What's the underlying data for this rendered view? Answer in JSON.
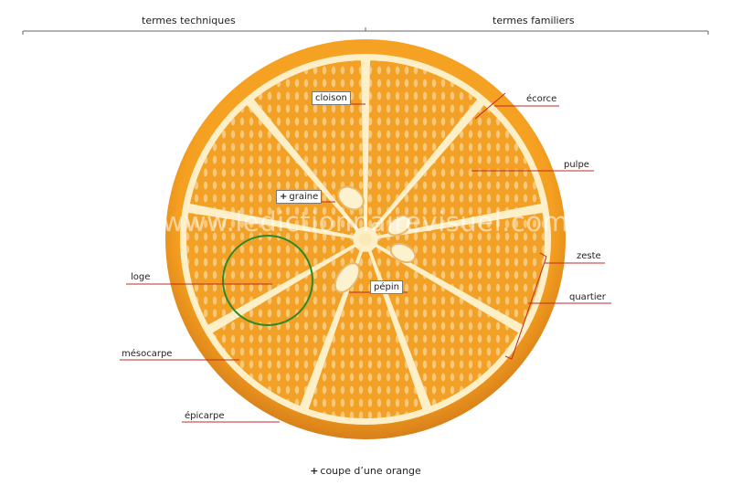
{
  "headers": {
    "technical": "termes techniques",
    "familiar": "termes familiers"
  },
  "labels": {
    "cloison": "cloison",
    "graine": "graine",
    "loge": "loge",
    "mesocarpe": "mésocarpe",
    "epicarpe": "épicarpe",
    "pepin": "pépin",
    "ecorce": "écorce",
    "pulpe": "pulpe",
    "zeste": "zeste",
    "quartier": "quartier"
  },
  "plus_sign": "+",
  "caption": "coupe d’une orange",
  "watermark": "www.ledictionnairevisuel.com",
  "colors": {
    "rind": "#f5a020",
    "pith": "#fdf0c8",
    "pulp": "#f2a126",
    "leader_line": "#c0282a",
    "highlight_circle": "#2a8a2a"
  }
}
